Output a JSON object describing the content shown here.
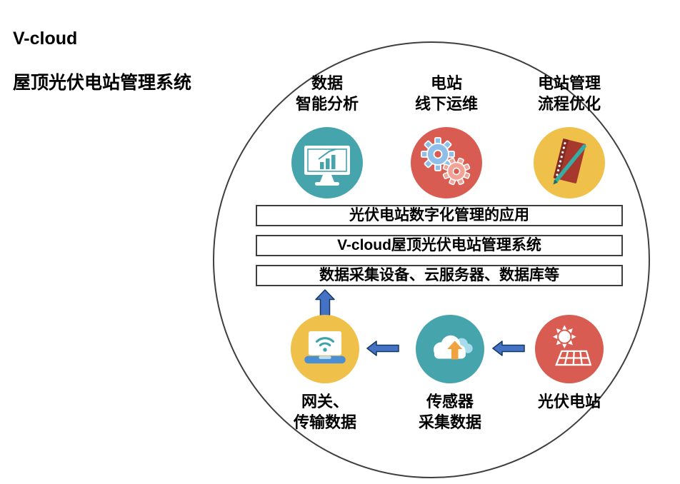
{
  "title": {
    "line1": "V-cloud",
    "line2": "屋顶光伏电站管理系统"
  },
  "top_items": [
    {
      "label": "数据\n智能分析",
      "icon": "monitor-chart-icon"
    },
    {
      "label": "电站\n线下运维",
      "icon": "gears-icon"
    },
    {
      "label": "电站管理\n流程优化",
      "icon": "notebook-pen-icon"
    }
  ],
  "layers": [
    {
      "text": "光伏电站数字化管理的应用"
    },
    {
      "text": "V-cloud屋顶光伏电站管理系统"
    },
    {
      "text": "数据采集设备、云服务器、数据库等"
    }
  ],
  "bottom_items": [
    {
      "label": "网关、\n传输数据",
      "icon": "laptop-wifi-icon"
    },
    {
      "label": "传感器\n采集数据",
      "icon": "cloud-upload-icon"
    },
    {
      "label": "光伏电站",
      "icon": "sun-solar-panel-icon"
    }
  ],
  "flow": {
    "arrows": [
      "sensor-to-gateway-left",
      "station-to-sensor-left",
      "gateway-to-system-up"
    ]
  },
  "colors": {
    "teal": "#46A4AC",
    "red": "#D85C51",
    "yellow": "#EFC04A",
    "arrow_fill": "#4472C4",
    "arrow_border": "#17375E",
    "outline": "#3f3f3f",
    "text": "#000000"
  }
}
